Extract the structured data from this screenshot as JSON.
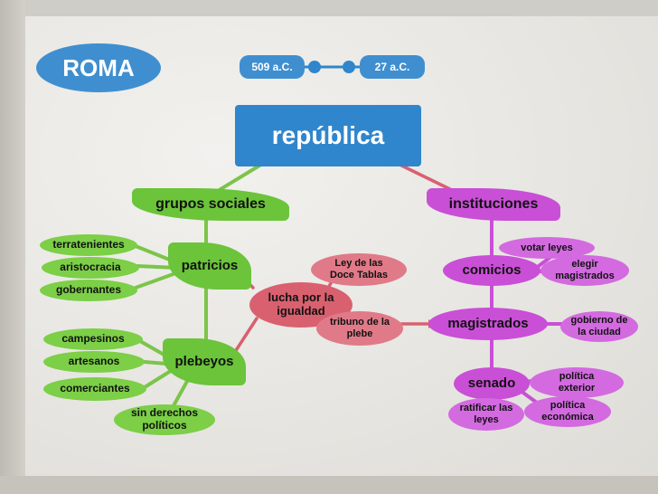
{
  "header": {
    "roma": "ROMA",
    "date_start": "509 a.C.",
    "date_end": "27 a.C."
  },
  "center": "república",
  "groups": {
    "title": "grupos sociales",
    "patricios": {
      "label": "patricios",
      "items": [
        "terratenientes",
        "aristocracia",
        "gobernantes"
      ]
    },
    "plebeyos": {
      "label": "plebeyos",
      "items": [
        "campesinos",
        "artesanos",
        "comerciantes"
      ],
      "rights": "sin derechos políticos"
    }
  },
  "struggle": {
    "label": "lucha por la igualdad",
    "laws": "Ley de las Doce Tablas",
    "tribune": "tribuno de la plebe"
  },
  "institutions": {
    "title": "instituciones",
    "comicios": {
      "label": "comicios",
      "items": [
        "votar leyes",
        "elegir magistrados"
      ]
    },
    "magistrados": {
      "label": "magistrados",
      "items": [
        "gobierno de la ciudad"
      ]
    },
    "senado": {
      "label": "senado",
      "items": [
        "política exterior",
        "ratificar las leyes",
        "política económica"
      ]
    }
  },
  "colors": {
    "blue": "#3f8fd0",
    "green": "#6bc43a",
    "purple": "#c94fd6",
    "red": "#d9606f"
  }
}
